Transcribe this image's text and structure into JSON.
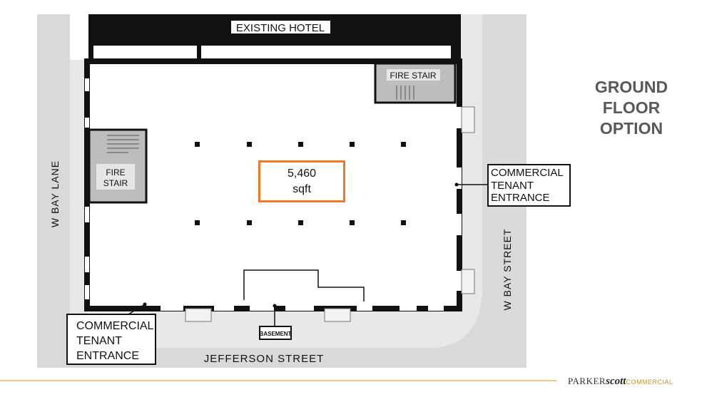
{
  "title": {
    "lines": [
      "GROUND",
      "FLOOR",
      "OPTION"
    ]
  },
  "labels": {
    "existing_hotel": "EXISTING HOTEL",
    "fire_stair_top": "FIRE STAIR",
    "fire_stair_left": [
      "FIRE",
      "STAIR"
    ],
    "area_value": "5,460",
    "area_unit": "sqft",
    "basement": "BASEMENT",
    "street_left": "W BAY LANE",
    "street_right": "W BAY STREET",
    "street_bottom": "JEFFERSON STREET"
  },
  "callouts": {
    "right": [
      "COMMERCIAL",
      "TENANT",
      "ENTRANCE"
    ],
    "left": [
      "COMMERCIAL",
      "TENANT",
      "ENTRANCE"
    ]
  },
  "brand": {
    "parker": "PARKER",
    "scott": "scott",
    "commercial": "COMMERCIAL"
  },
  "colors": {
    "road": "#d9d9d9",
    "wall": "#111111",
    "stair": "#bdbdbd",
    "highlight": "#ef7b2a",
    "title": "#58595b",
    "footer_line": "#e9b95c"
  }
}
